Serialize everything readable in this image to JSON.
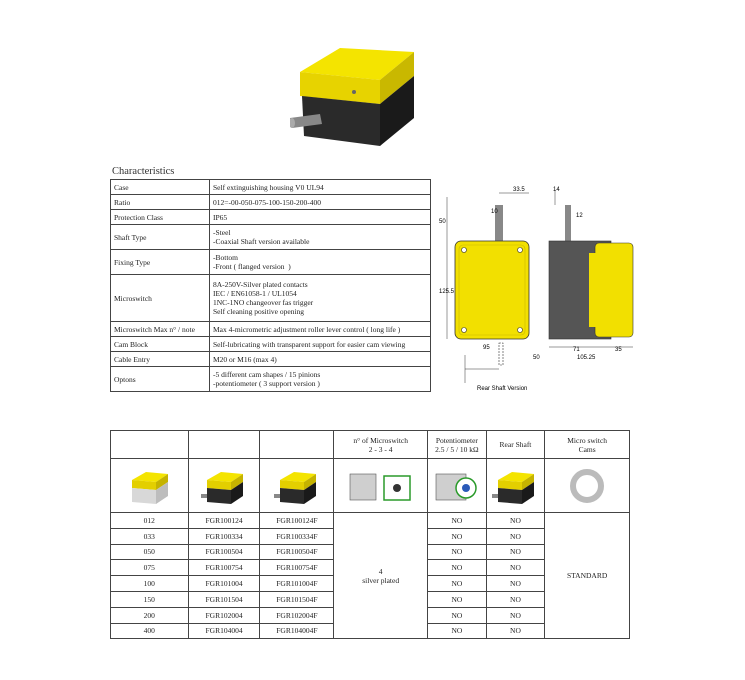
{
  "section_title": "Characteristics",
  "specs": [
    {
      "key": "Case",
      "lines": [
        "Self extinguishing housing V0 UL94"
      ]
    },
    {
      "key": "Ratio",
      "lines": [
        "012=-00-050-075-100-150-200-400"
      ]
    },
    {
      "key": "Protection Class",
      "lines": [
        "IP65"
      ]
    },
    {
      "key": "Shaft Type",
      "lines": [
        "-Steel",
        "-Coaxial Shaft version available"
      ]
    },
    {
      "key": "Fixing Type",
      "lines": [
        "-Bottom",
        "-Front ( flanged version  )"
      ]
    },
    {
      "key": "Microswitch",
      "lines": [
        "8A-250V-Silver plated contacts",
        "IEC / EN61058-1 / UL1054",
        "1NC-1NO changeover fas trigger",
        "Self cleaning positive opening"
      ]
    },
    {
      "key": "Microswitch Max n° / note",
      "lines": [
        "Max 4-micrometric adjustment roller lever control ( long life )"
      ]
    },
    {
      "key": "Cam Block",
      "lines": [
        "Self-lubricating with transparent support for easier cam viewing"
      ]
    },
    {
      "key": "Cable Entry",
      "lines": [
        "M20 or M16 (max 4)"
      ]
    },
    {
      "key": "Optons",
      "lines": [
        "-5 different cam shapes / 15 pinions",
        "-potentiometer ( 3 support version )"
      ]
    }
  ],
  "drawing": {
    "dims": [
      "33.5",
      "10",
      "14",
      "12",
      "50",
      "125.5",
      "95",
      "50",
      "71",
      "35",
      "105.25"
    ],
    "caption": "Rear Shaft Version"
  },
  "models_table": {
    "headers": [
      "",
      "",
      "",
      "n° of Microswitch\n2 - 3 - 4",
      "Potentiometer\n2.5 / 5 / 10 kΩ",
      "Rear Shaft",
      "Micro switch\nCams"
    ],
    "rows": [
      {
        "ratio": "012",
        "code": "FGR100124",
        "code_f": "FGR100124F",
        "pot": "NO",
        "rear": "NO"
      },
      {
        "ratio": "033",
        "code": "FGR100334",
        "code_f": "FGR100334F",
        "pot": "NO",
        "rear": "NO"
      },
      {
        "ratio": "050",
        "code": "FGR100504",
        "code_f": "FGR100504F",
        "pot": "NO",
        "rear": "NO"
      },
      {
        "ratio": "075",
        "code": "FGR100754",
        "code_f": "FGR100754F",
        "pot": "NO",
        "rear": "NO"
      },
      {
        "ratio": "100",
        "code": "FGR101004",
        "code_f": "FGR101004F",
        "pot": "NO",
        "rear": "NO"
      },
      {
        "ratio": "150",
        "code": "FGR101504",
        "code_f": "FGR101504F",
        "pot": "NO",
        "rear": "NO"
      },
      {
        "ratio": "200",
        "code": "FGR102004",
        "code_f": "FGR102004F",
        "pot": "NO",
        "rear": "NO"
      },
      {
        "ratio": "400",
        "code": "FGR104004",
        "code_f": "FGR104004F",
        "pot": "NO",
        "rear": "NO"
      }
    ],
    "microswitch_merged": [
      "4",
      "silver plated"
    ],
    "cams_merged": "STANDARD"
  },
  "colors": {
    "housing_yellow": "#f2e000",
    "housing_black": "#2a2a2a",
    "line": "#444444"
  }
}
